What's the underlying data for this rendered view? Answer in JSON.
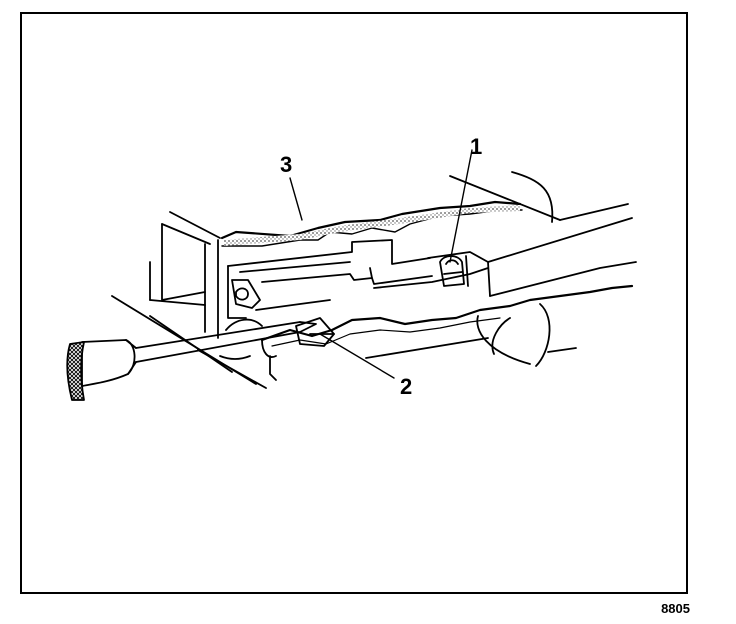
{
  "callouts": {
    "one": "1",
    "two": "2",
    "three": "3"
  },
  "figure_number": "8805",
  "colors": {
    "ink": "#000000",
    "stipple": "#8a8a8a",
    "paper": "#ffffff"
  }
}
